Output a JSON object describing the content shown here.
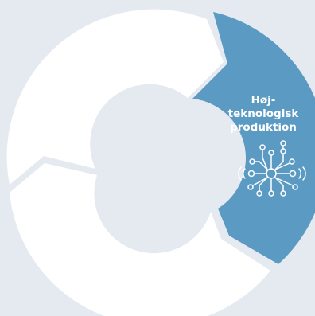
{
  "diagram": {
    "highlight_segment": {
      "label_lines": [
        "Høj-",
        "teknologisk",
        "produktion"
      ],
      "icon": "circuit-network-icon",
      "color": "#5b9bc3"
    },
    "inactive_segment_color": "#ffffff",
    "center_hole_color": "#e5eaf1",
    "background_color": "#e5eaf1"
  }
}
